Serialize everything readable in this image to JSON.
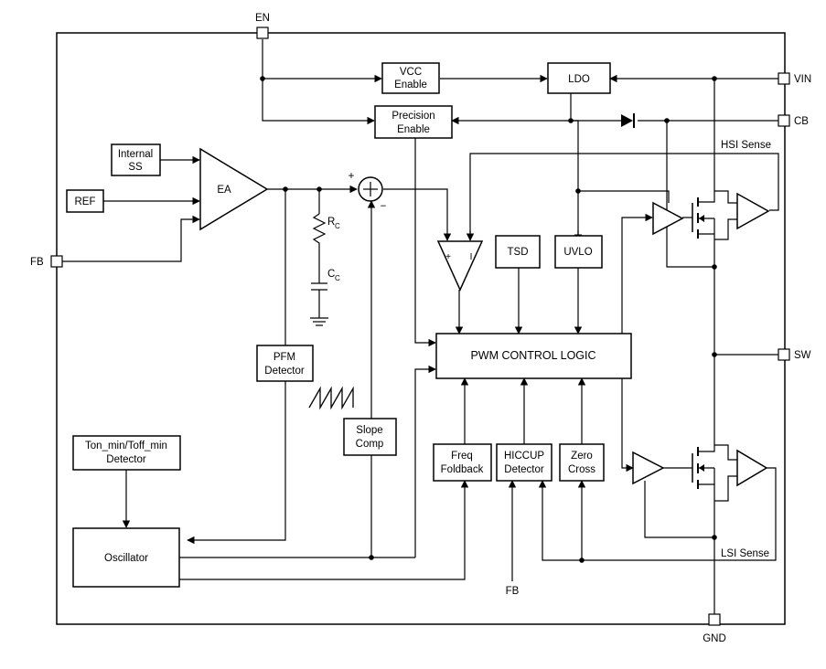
{
  "pins": {
    "en": "EN",
    "vin": "VIN",
    "cb": "CB",
    "fb": "FB",
    "sw": "SW",
    "gnd": "GND",
    "fb_bottom": "FB"
  },
  "blocks": {
    "vcc_enable": [
      "VCC",
      "Enable"
    ],
    "ldo": "LDO",
    "precision_enable": [
      "Precision",
      "Enable"
    ],
    "internal_ss": [
      "Internal",
      "SS"
    ],
    "ref": "REF",
    "ea": "EA",
    "tsd": "TSD",
    "uvlo": "UVLO",
    "pwm_control_logic": "PWM CONTROL LOGIC",
    "pfm_detector": [
      "PFM",
      "Detector"
    ],
    "slope_comp": [
      "Slope",
      "Comp"
    ],
    "ton_toff_detector": [
      "Ton_min/Toff_min",
      "Detector"
    ],
    "oscillator": "Oscillator",
    "freq_foldback": [
      "Freq",
      "Foldback"
    ],
    "hiccup_detector": [
      "HICCUP",
      "Detector"
    ],
    "zero_cross": [
      "Zero",
      "Cross"
    ]
  },
  "labels": {
    "hsi_sense": "HSI Sense",
    "lsi_sense": "LSI Sense",
    "rc": "R",
    "rc_sub": "C",
    "cc": "C",
    "cc_sub": "C",
    "sum_plus": "+",
    "sum_minus": "−",
    "comp_plus": "+",
    "comp_i": "I"
  }
}
